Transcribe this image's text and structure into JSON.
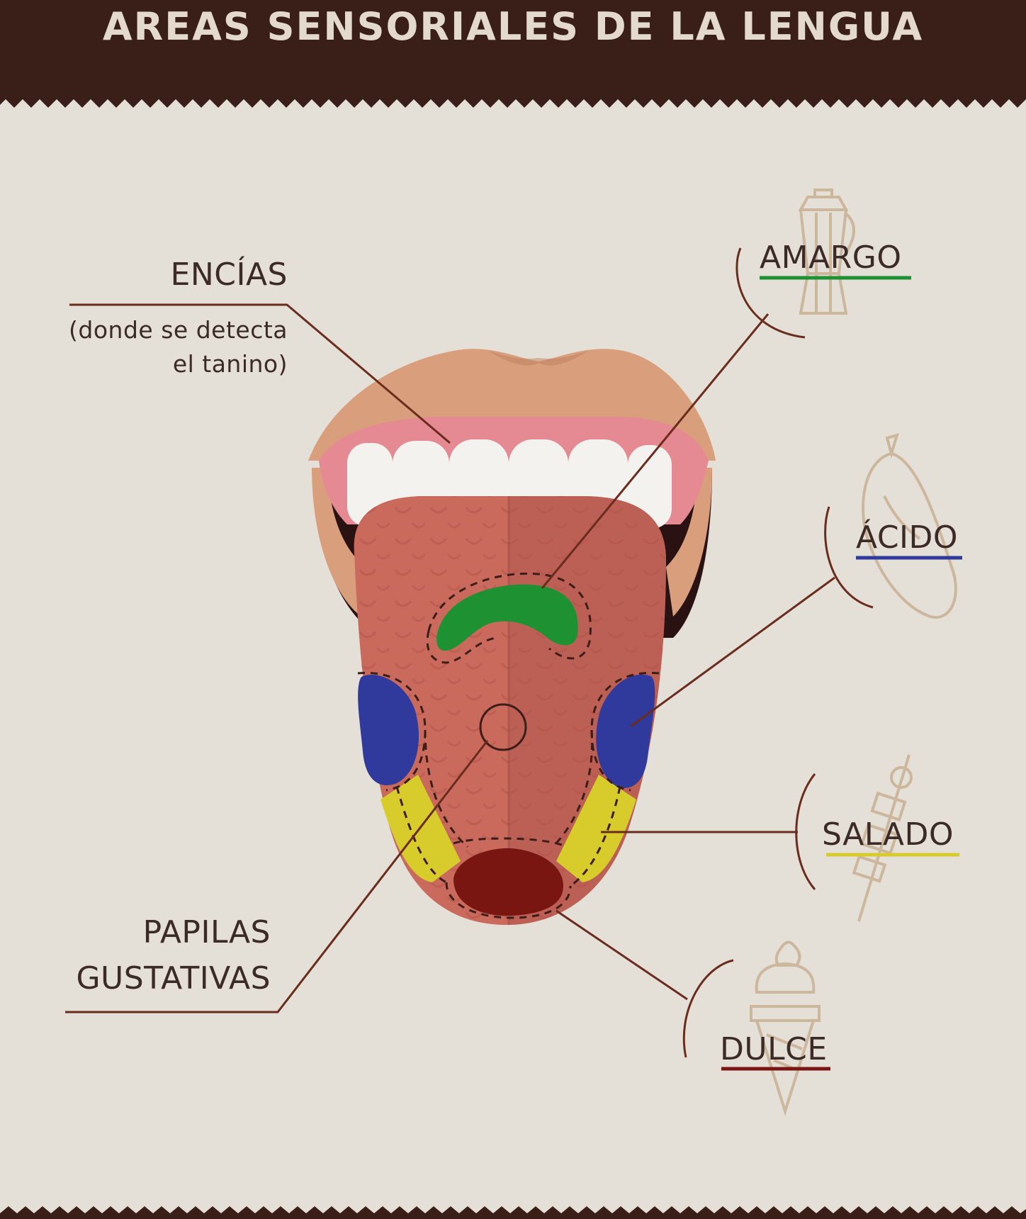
{
  "title": "AREAS SENSORIALES DE LA LENGUA",
  "labels": {
    "gums": "ENCÍAS",
    "gums_note_1": "(donde se detecta",
    "gums_note_2": "el tanino)",
    "papillae_1": "PAPILAS",
    "papillae_2": "GUSTATIVAS"
  },
  "tastes": [
    {
      "key": "bitter",
      "label": "AMARGO",
      "color": "#1e9132",
      "icon": "coffee-pot-icon"
    },
    {
      "key": "sour",
      "label": "ÁCIDO",
      "color": "#2f3a9c",
      "icon": "lemon-icon"
    },
    {
      "key": "salty",
      "label": "SALADO",
      "color": "#d7cc2c",
      "icon": "skewer-icon"
    },
    {
      "key": "sweet",
      "label": "DULCE",
      "color": "#7a1612",
      "icon": "ice-cream-icon"
    }
  ],
  "colors": {
    "header": "#3a1f18",
    "background": "#e4e0d7",
    "leader_line": "#6a2c1c",
    "tongue": "#c96a5d",
    "lips": "#d99f7c",
    "gums": "#e58a92"
  }
}
